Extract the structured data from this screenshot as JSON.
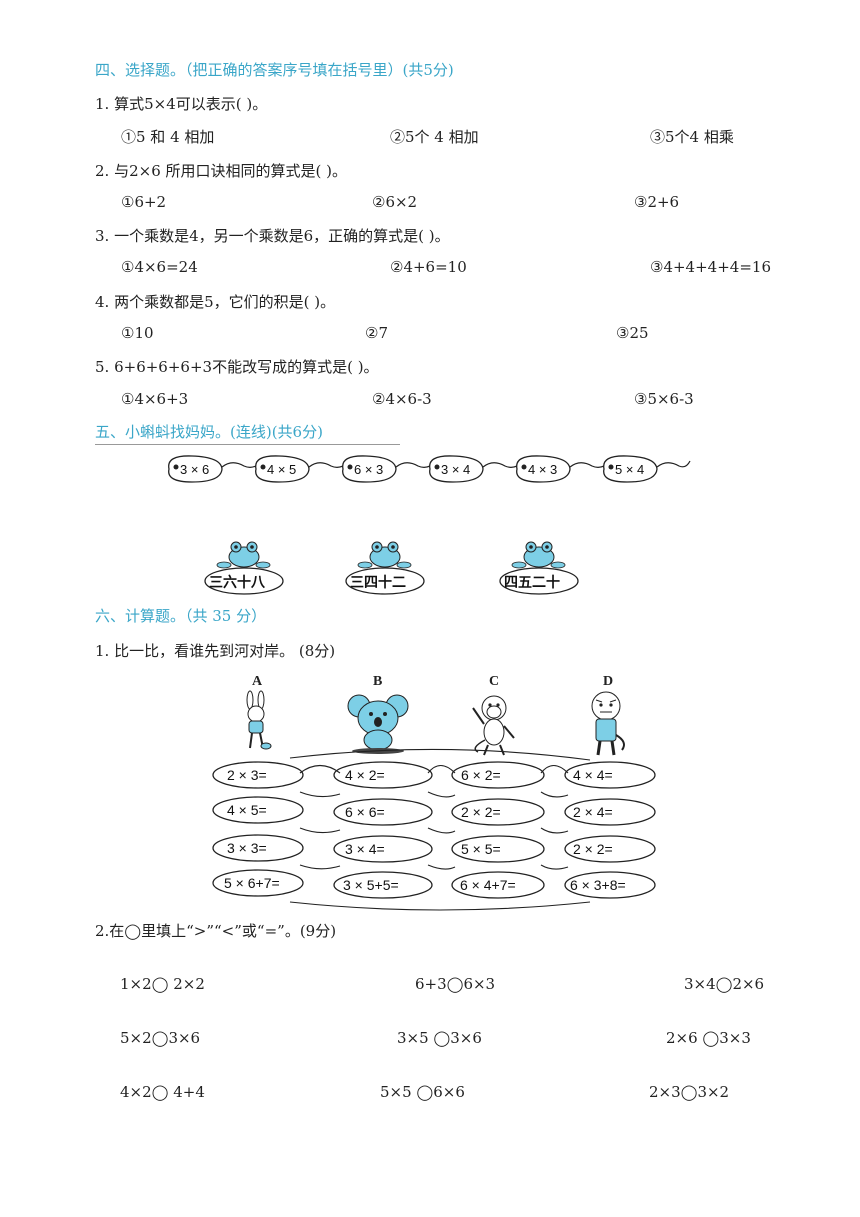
{
  "section4": {
    "title": "四、选择题。（把正确的答案序号填在括号里）(共5分)",
    "questions": [
      {
        "stem": "1.  算式5×4可以表示(      )。",
        "options": [
          "①5  和  4  相加",
          "②5个  4  相加",
          "③5个4  相乘"
        ]
      },
      {
        "stem": "2.  与2×6  所用口诀相同的算式是(      )。",
        "options": [
          "①6+2",
          "②6×2",
          "③2+6"
        ]
      },
      {
        "stem": "3.  一个乘数是4，另一个乘数是6，正确的算式是(      )。",
        "options": [
          "①4×6=24",
          "②4+6=10",
          "③4+4+4+4=16"
        ]
      },
      {
        "stem": "4.  两个乘数都是5，它们的积是(      )。",
        "options": [
          "①10",
          "②7",
          "③25"
        ]
      },
      {
        "stem": "5.  6+6+6+6+3不能改写成的算式是(      )。",
        "options": [
          "①4×6+3",
          "②4×6-3",
          "③5×6-3"
        ]
      }
    ]
  },
  "section5": {
    "title": "五、小蝌蚪找妈妈。(连线)(共6分)",
    "tadpoles": [
      "3 × 6",
      "4 × 5",
      "6 × 3",
      "3 × 4",
      "4 × 3",
      "5 × 4"
    ],
    "frogs": [
      "三六十八",
      "三四十二",
      "四五二十"
    ]
  },
  "section6": {
    "title": "六、计算题。（共  35  分）",
    "q1": {
      "stem": "1.  比一比，看谁先到河对岸。 (8分)",
      "letters": [
        "A",
        "B",
        "C",
        "D"
      ],
      "rows": [
        [
          "2 × 3=",
          "4 × 2=",
          "6 × 2=",
          "4 × 4="
        ],
        [
          "4 × 5=",
          "6 × 6=",
          "2 × 2=",
          "2 × 4="
        ],
        [
          "3 × 3=",
          "3 × 4=",
          "5 × 5=",
          "2 × 2="
        ],
        [
          "5 × 6+7=",
          "3 × 5+5=",
          "6 × 4+7=",
          "6 × 3+8="
        ]
      ]
    },
    "q2": {
      "stem": "2.在◯里填上“>”“<”或“=”。(9分)",
      "rows": [
        [
          "1×2◯ 2×2",
          "6+3◯6×3",
          "3×4◯2×6"
        ],
        [
          "5×2◯3×6",
          "3×5 ◯3×6",
          "2×6 ◯3×3"
        ],
        [
          "4×2◯ 4+4",
          "5×5 ◯6×6",
          "2×3◯3×2"
        ]
      ]
    }
  },
  "colors": {
    "accent": "#3aa6c8",
    "frog": "#7dcfe6",
    "text": "#222222"
  }
}
